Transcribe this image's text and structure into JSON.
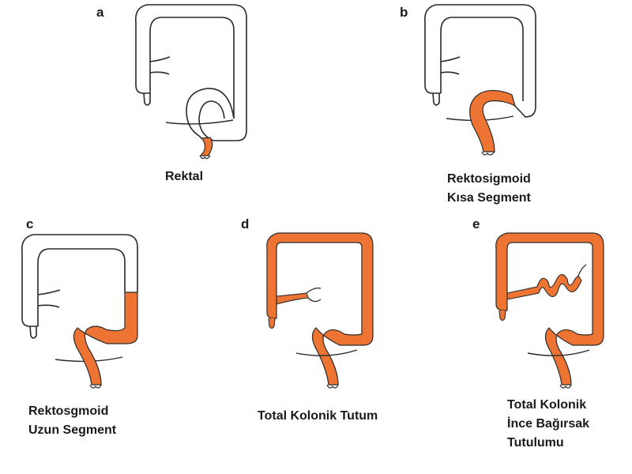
{
  "colors": {
    "affected": "#ee7434",
    "outline": "#2a2a2a",
    "healthy": "#ffffff"
  },
  "panels": [
    {
      "letter": "a",
      "caption": [
        "Rektal"
      ]
    },
    {
      "letter": "b",
      "caption": [
        "Rektosigmoid",
        "Kısa Segment"
      ]
    },
    {
      "letter": "c",
      "caption": [
        "Rektosgmoid",
        "Uzun Segment"
      ]
    },
    {
      "letter": "d",
      "caption": [
        "Total Kolonik Tutum"
      ]
    },
    {
      "letter": "e",
      "caption": [
        "Total Kolonik",
        "İnce Bağırsak",
        "Tutulumu"
      ]
    }
  ]
}
